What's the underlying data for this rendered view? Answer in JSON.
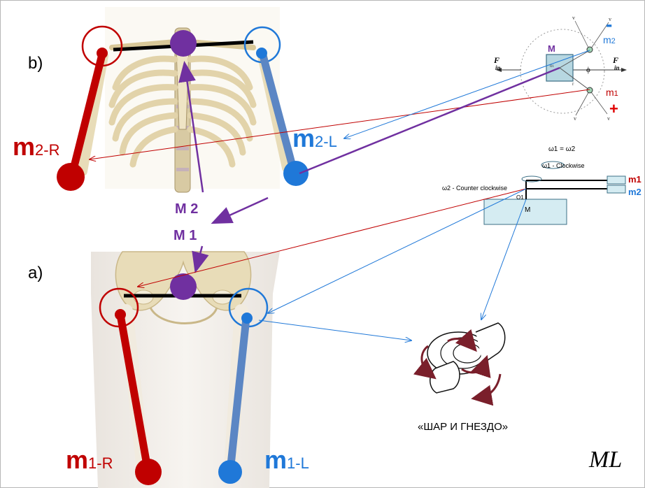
{
  "labels": {
    "a": "a)",
    "b": "b)",
    "m2R_main": "m",
    "m2R_sub": "2-R",
    "m2L_main": "m",
    "m2L_sub": "2-L",
    "m1R_main": "m",
    "m1R_sub": "1-R",
    "m1L_main": "m",
    "m1L_sub": "1-L",
    "M2": "M 2",
    "M1": "M 1",
    "ball_socket": "«ШАР И ГНЕЗДО»",
    "signature": "ML"
  },
  "top_diagram": {
    "minus": "-",
    "plus": "+",
    "m2_main": "m",
    "m2_sub": "2",
    "m1_main": "m",
    "m1_sub": "1",
    "M": "M",
    "F": "F",
    "F_sub": "in",
    "phi": "ϕ",
    "v": "v",
    "r": "r",
    "o1": "o",
    "o1_sub": "1"
  },
  "mid_diagram": {
    "omega_eq": "ω1 = ω2",
    "omega1": "ω1 - Clockwise",
    "omega2": "ω2 - Counter clockwise",
    "m1": "m1",
    "m2": "m2",
    "M": "M",
    "o1": "O1"
  },
  "colors": {
    "red": "#c00000",
    "blue": "#1f78d8",
    "purple": "#7030a0",
    "bone": "#e8dcb8",
    "bone_shade": "#c9b788",
    "box": "#d5ecf2",
    "box_stroke": "#3c6f85"
  }
}
